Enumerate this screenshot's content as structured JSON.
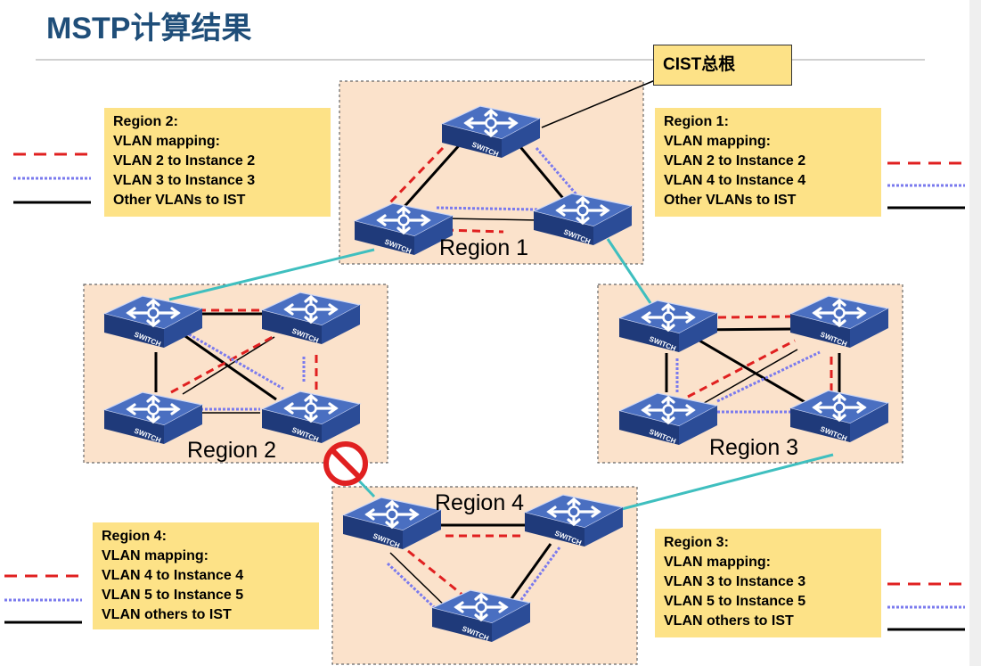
{
  "slide": {
    "title": "MSTP计算结果"
  },
  "cist_callout": "CIST总根",
  "regions": [
    {
      "label": "Region 1"
    },
    {
      "label": "Region 2"
    },
    {
      "label": "Region 3"
    },
    {
      "label": "Region 4"
    }
  ],
  "legends": {
    "region2": [
      "Region 2:",
      "VLAN mapping:",
      "VLAN 2 to Instance 2",
      "VLAN 3 to Instance 3",
      "Other VLANs to IST"
    ],
    "region1": [
      "Region 1:",
      "VLAN mapping:",
      "VLAN 2 to Instance 2",
      "VLAN 4 to Instance 4",
      "Other VLANs to IST"
    ],
    "region4": [
      "Region 4:",
      "VLAN mapping:",
      "VLAN 4 to Instance 4",
      "VLAN 5 to Instance 5",
      "VLAN others to IST"
    ],
    "region3": [
      "Region 3:",
      "VLAN mapping:",
      "VLAN 3 to Instance 3",
      "VLAN 5 to Instance 5",
      "VLAN others to IST"
    ]
  },
  "switch_label": "SWITCH",
  "colors": {
    "title": "#1f4e79",
    "legend_bg": "#fde287",
    "region_bg": "#fbe2cb",
    "switch_top": "#4a6fc1",
    "switch_side": "#1f3a7a",
    "inter_region_link": "#3fbfbf",
    "red_dashed": "#e02020",
    "blue_dotted": "#7a7aee",
    "ist": "#000000",
    "blocked_icon": "#e02020"
  },
  "icons": {
    "switch": "switch-icon",
    "blocked": "blocked-port-icon"
  }
}
